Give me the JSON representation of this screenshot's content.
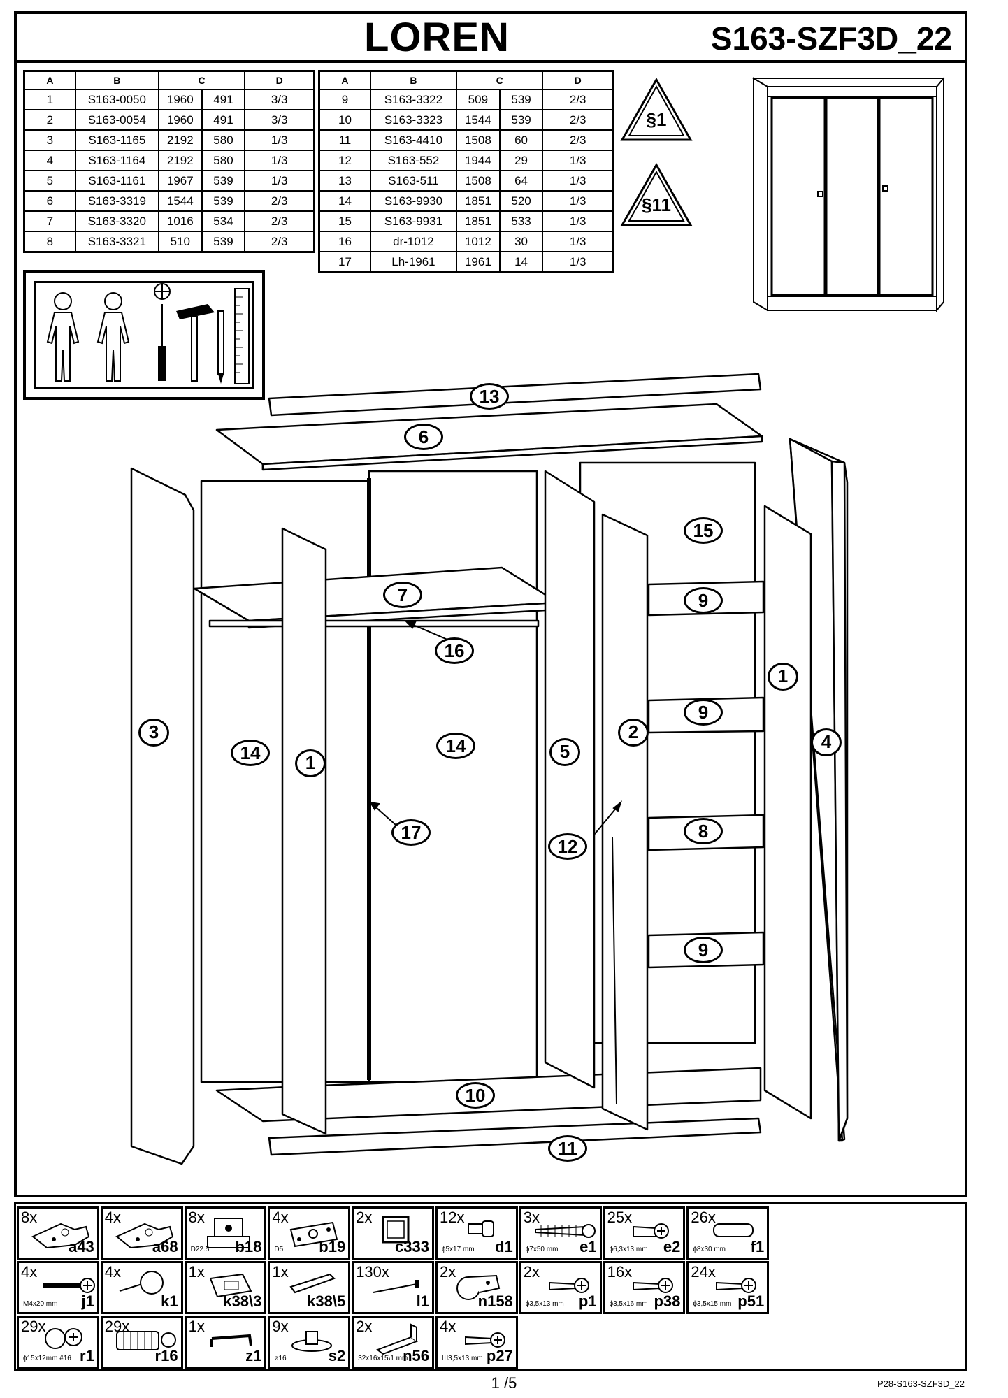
{
  "header": {
    "title": "LOREN",
    "code": "S163-SZF3D_22"
  },
  "table_left": {
    "headers": [
      "A",
      "B",
      "C",
      "D"
    ],
    "rows": [
      [
        "1",
        "S163-0050",
        "1960",
        "491",
        "3/3"
      ],
      [
        "2",
        "S163-0054",
        "1960",
        "491",
        "3/3"
      ],
      [
        "3",
        "S163-1165",
        "2192",
        "580",
        "1/3"
      ],
      [
        "4",
        "S163-1164",
        "2192",
        "580",
        "1/3"
      ],
      [
        "5",
        "S163-1161",
        "1967",
        "539",
        "1/3"
      ],
      [
        "6",
        "S163-3319",
        "1544",
        "539",
        "2/3"
      ],
      [
        "7",
        "S163-3320",
        "1016",
        "534",
        "2/3"
      ],
      [
        "8",
        "S163-3321",
        "510",
        "539",
        "2/3"
      ]
    ]
  },
  "table_right": {
    "headers": [
      "A",
      "B",
      "C",
      "D"
    ],
    "rows": [
      [
        "9",
        "S163-3322",
        "509",
        "539",
        "2/3"
      ],
      [
        "10",
        "S163-3323",
        "1544",
        "539",
        "2/3"
      ],
      [
        "11",
        "S163-4410",
        "1508",
        "60",
        "2/3"
      ],
      [
        "12",
        "S163-552",
        "1944",
        "29",
        "1/3"
      ],
      [
        "13",
        "S163-511",
        "1508",
        "64",
        "1/3"
      ],
      [
        "14",
        "S163-9930",
        "1851",
        "520",
        "1/3"
      ],
      [
        "15",
        "S163-9931",
        "1851",
        "533",
        "1/3"
      ],
      [
        "16",
        "dr-1012",
        "1012",
        "30",
        "1/3"
      ],
      [
        "17",
        "Lh-1961",
        "1961",
        "14",
        "1/3"
      ]
    ]
  },
  "warnings": [
    "§1",
    "§11"
  ],
  "callouts": [
    "13",
    "6",
    "15",
    "7",
    "9",
    "16",
    "1",
    "3",
    "14",
    "1",
    "14",
    "5",
    "2",
    "9",
    "4",
    "17",
    "12",
    "8",
    "9",
    "10",
    "11"
  ],
  "hardware": [
    {
      "qty": "8x",
      "code": "a43",
      "size": "",
      "icon": "hinge-icon"
    },
    {
      "qty": "4x",
      "code": "a68",
      "size": "",
      "icon": "hinge-icon"
    },
    {
      "qty": "8x",
      "code": "b18",
      "size": "D22.5",
      "icon": "hinge-plate-icon"
    },
    {
      "qty": "4x",
      "code": "b19",
      "size": "D5",
      "icon": "mounting-plate-icon"
    },
    {
      "qty": "2x",
      "code": "c333",
      "size": "",
      "icon": "square-pad-icon"
    },
    {
      "qty": "12x",
      "code": "d1",
      "size": "ɸ5x17 mm",
      "icon": "shelf-pin-icon"
    },
    {
      "qty": "3x",
      "code": "e1",
      "size": "ɸ7x50 mm",
      "icon": "confirmat-screw-icon"
    },
    {
      "qty": "25x",
      "code": "e2",
      "size": "ɸ6,3x13 mm",
      "icon": "short-screw-icon"
    },
    {
      "qty": "26x",
      "code": "f1",
      "size": "ɸ8x30 mm",
      "icon": "dowel-icon"
    },
    {
      "qty": "4x",
      "code": "j1",
      "size": "M4x20 mm",
      "icon": "bolt-icon"
    },
    {
      "qty": "4x",
      "code": "k1",
      "size": "",
      "icon": "knob-icon"
    },
    {
      "qty": "1x",
      "code": "k38\\3",
      "size": "",
      "icon": "lock-plate-icon"
    },
    {
      "qty": "1x",
      "code": "k38\\5",
      "size": "",
      "icon": "bar-icon"
    },
    {
      "qty": "130x",
      "code": "l1",
      "size": "",
      "icon": "nail-icon"
    },
    {
      "qty": "2x",
      "code": "n158",
      "size": "",
      "icon": "rail-bracket-icon"
    },
    {
      "qty": "2x",
      "code": "p1",
      "size": "ɸ3,5x13 mm",
      "icon": "screw-icon"
    },
    {
      "qty": "16x",
      "code": "p38",
      "size": "ɸ3,5x16 mm",
      "icon": "screw-icon"
    },
    {
      "qty": "24x",
      "code": "p51",
      "size": "ɸ3,5x15 mm",
      "icon": "screw-icon"
    },
    {
      "qty": "29x",
      "code": "r1",
      "size": "ɸ15x12mm #16",
      "icon": "cam-lock-icon"
    },
    {
      "qty": "29x",
      "code": "r16",
      "size": "",
      "icon": "cam-bolt-icon"
    },
    {
      "qty": "1x",
      "code": "z1",
      "size": "",
      "icon": "allen-key-icon"
    },
    {
      "qty": "9x",
      "code": "s2",
      "size": "ø16",
      "icon": "cap-icon"
    },
    {
      "qty": "2x",
      "code": "n56",
      "size": "32x16x15\\1 mm",
      "icon": "angle-bracket-icon"
    },
    {
      "qty": "4x",
      "code": "p27",
      "size": "Ш3,5x13 mm",
      "icon": "screw-icon"
    }
  ],
  "footer": {
    "page": "1 /5",
    "doc_code": "P28-S163-SZF3D_22"
  }
}
